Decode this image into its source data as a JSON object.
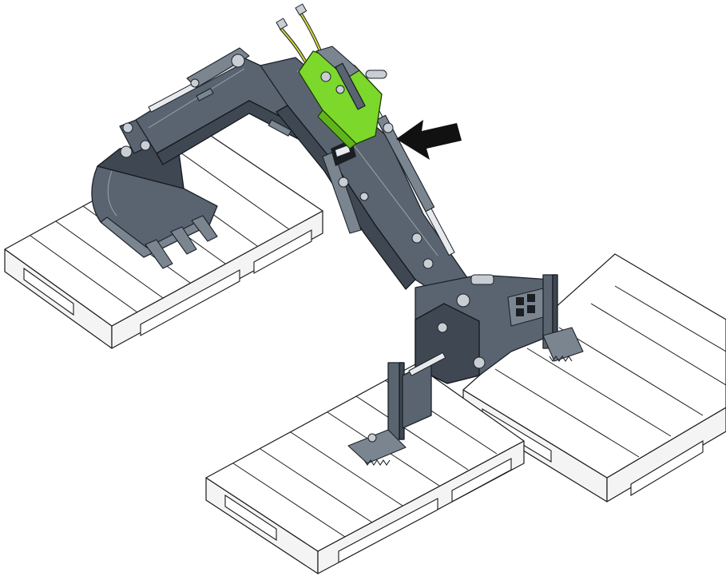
{
  "colors": {
    "steel": "#5a6470",
    "steel_dark": "#3f4852",
    "steel_light": "#7b858f",
    "accent_green": "#7cd82a",
    "arrow": "#111111",
    "pallet_stroke": "#1a1a1a"
  },
  "icons": {
    "callout": "arrow-left-icon"
  },
  "scene": {
    "pallets": [
      "left-pallet",
      "right-back-pallet",
      "front-pallet"
    ],
    "highlighted_part": "green-control-valve-unit"
  }
}
